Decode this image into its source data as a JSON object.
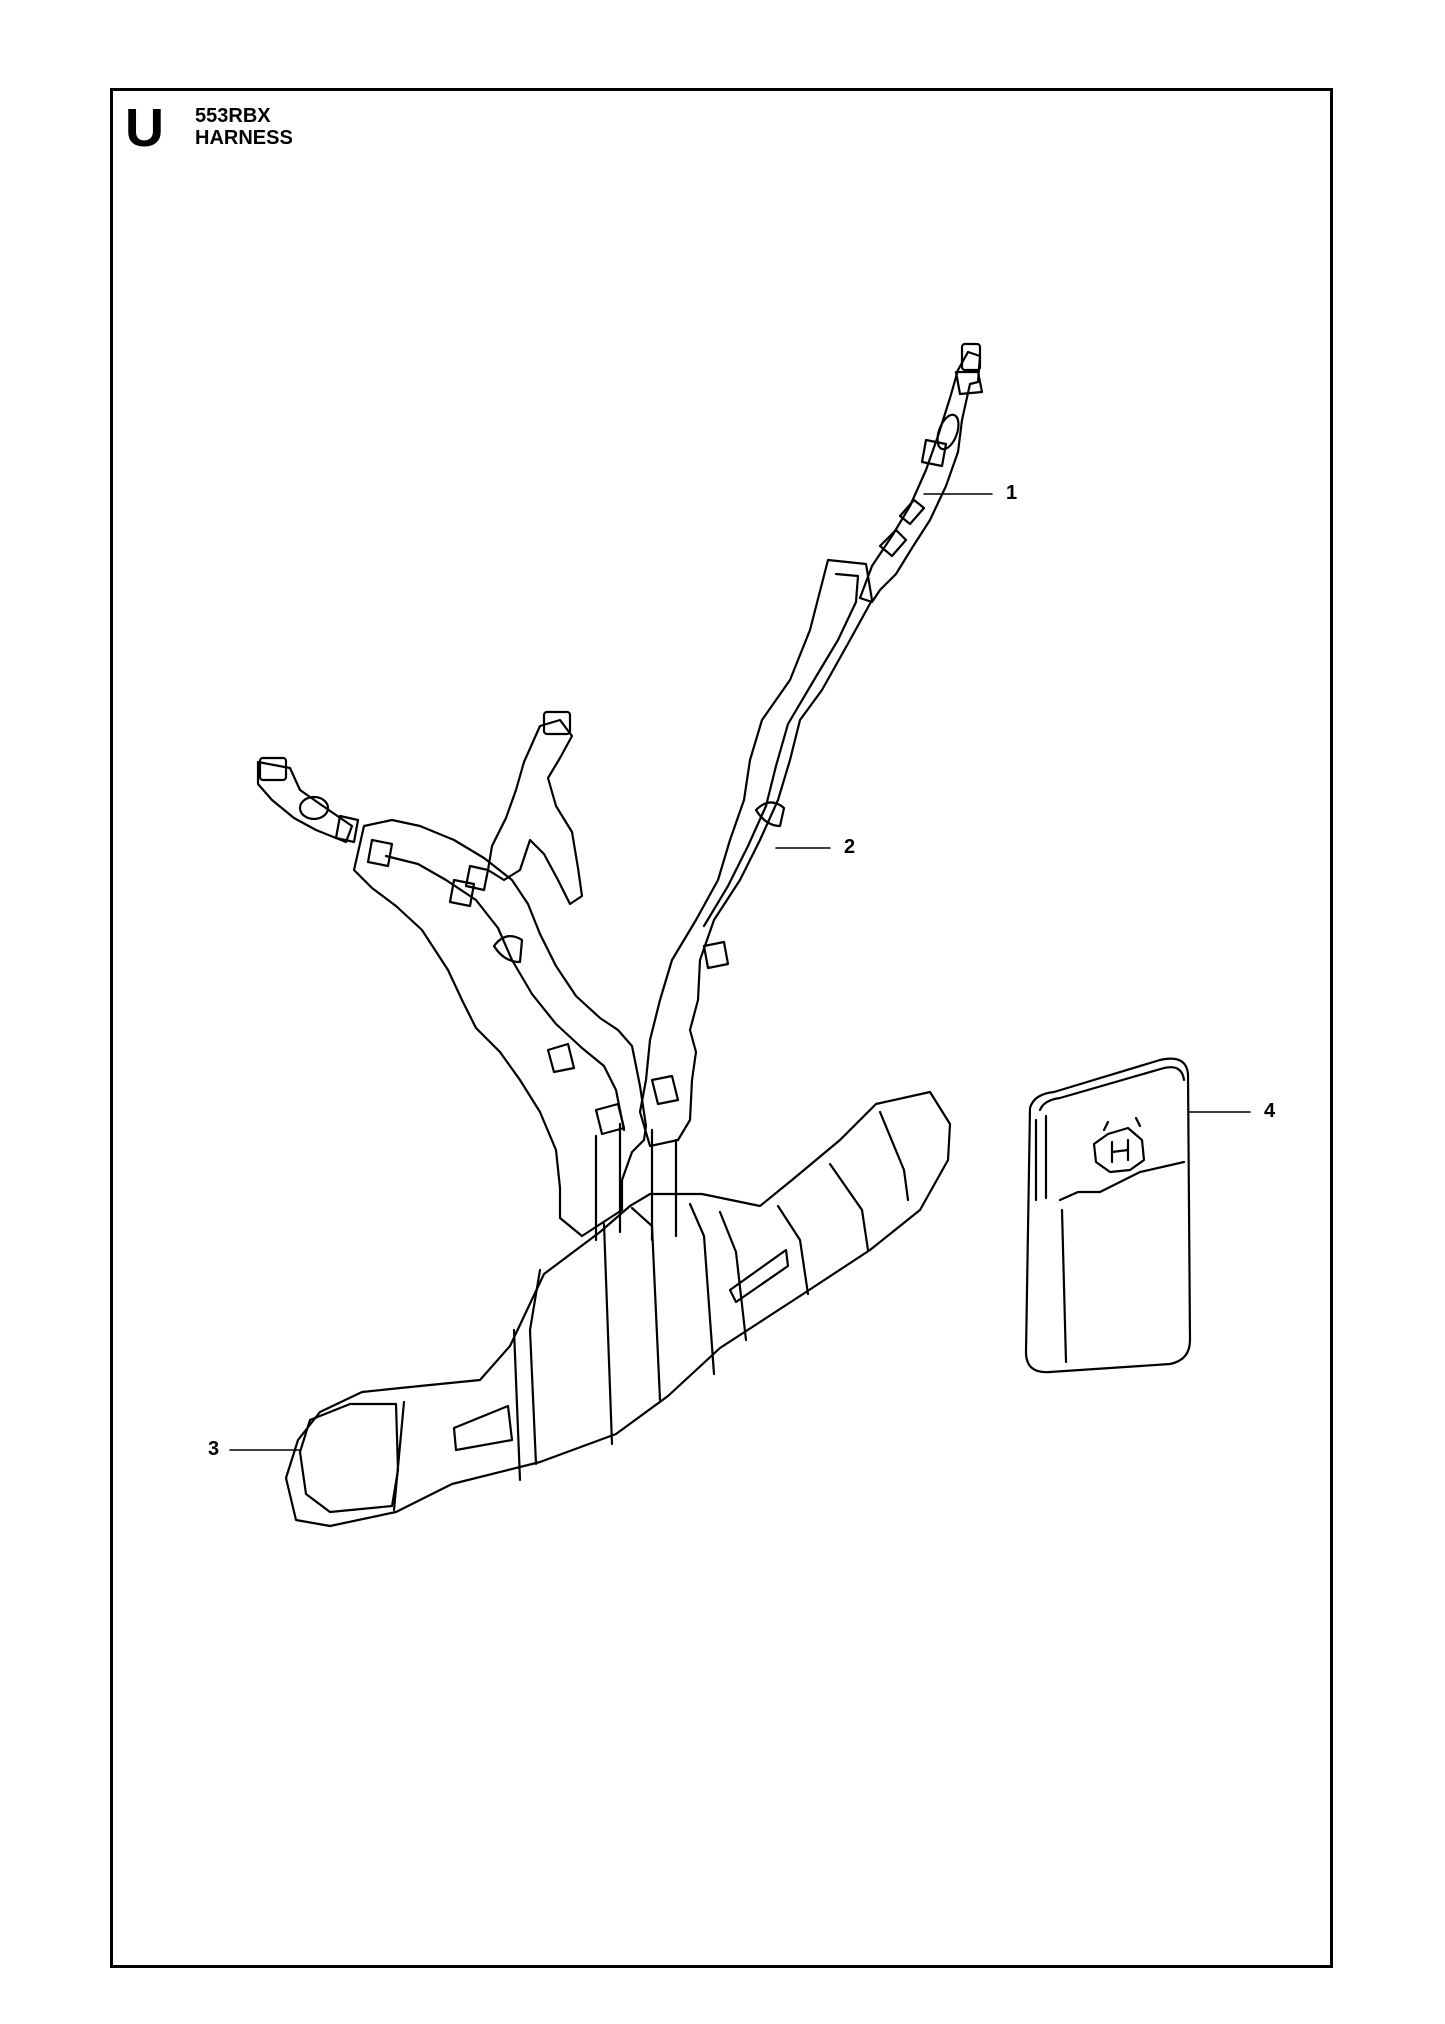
{
  "header": {
    "section_letter": "U",
    "model": "553RBX",
    "title": "HARNESS"
  },
  "callouts": [
    {
      "label": "1"
    },
    {
      "label": "2"
    },
    {
      "label": "3"
    },
    {
      "label": "4"
    }
  ],
  "colors": {
    "line": "#000000",
    "background": "#ffffff"
  }
}
